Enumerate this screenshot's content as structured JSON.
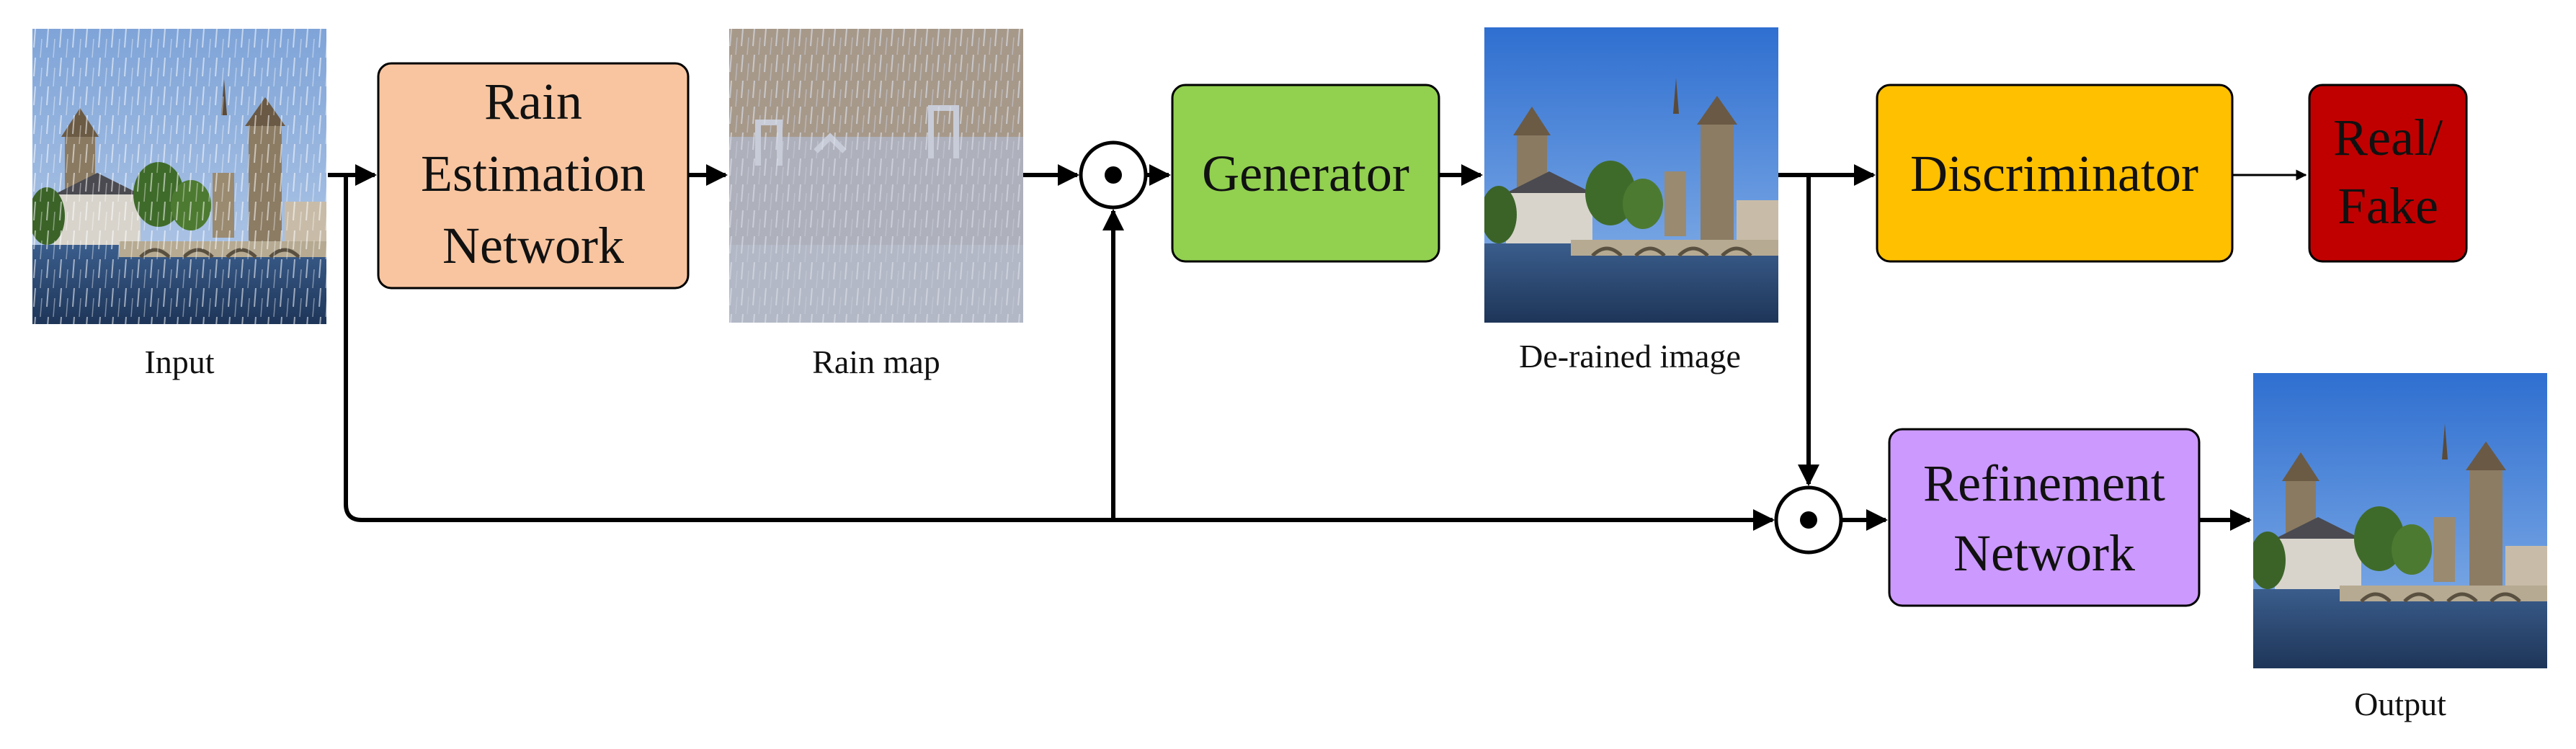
{
  "colors": {
    "rain_estimation_fill": "#F8C5A0",
    "generator_fill": "#92D050",
    "discriminator_fill": "#FFC000",
    "real_fake_fill": "#C00000",
    "refinement_fill": "#CC99FF",
    "stroke": "#000000"
  },
  "boxes": {
    "rain_estimation": [
      "Rain",
      "Estimation",
      "Network"
    ],
    "generator": [
      "Generator"
    ],
    "discriminator": [
      "Discriminator"
    ],
    "real_fake": [
      "Real/",
      "Fake"
    ],
    "refinement": [
      "Refinement",
      "Network"
    ]
  },
  "captions": {
    "input": "Input",
    "rain_map": "Rain map",
    "derained": "De-rained image",
    "output": "Output"
  },
  "operators": {
    "multiply_symbol": "element-wise-product-icon"
  }
}
